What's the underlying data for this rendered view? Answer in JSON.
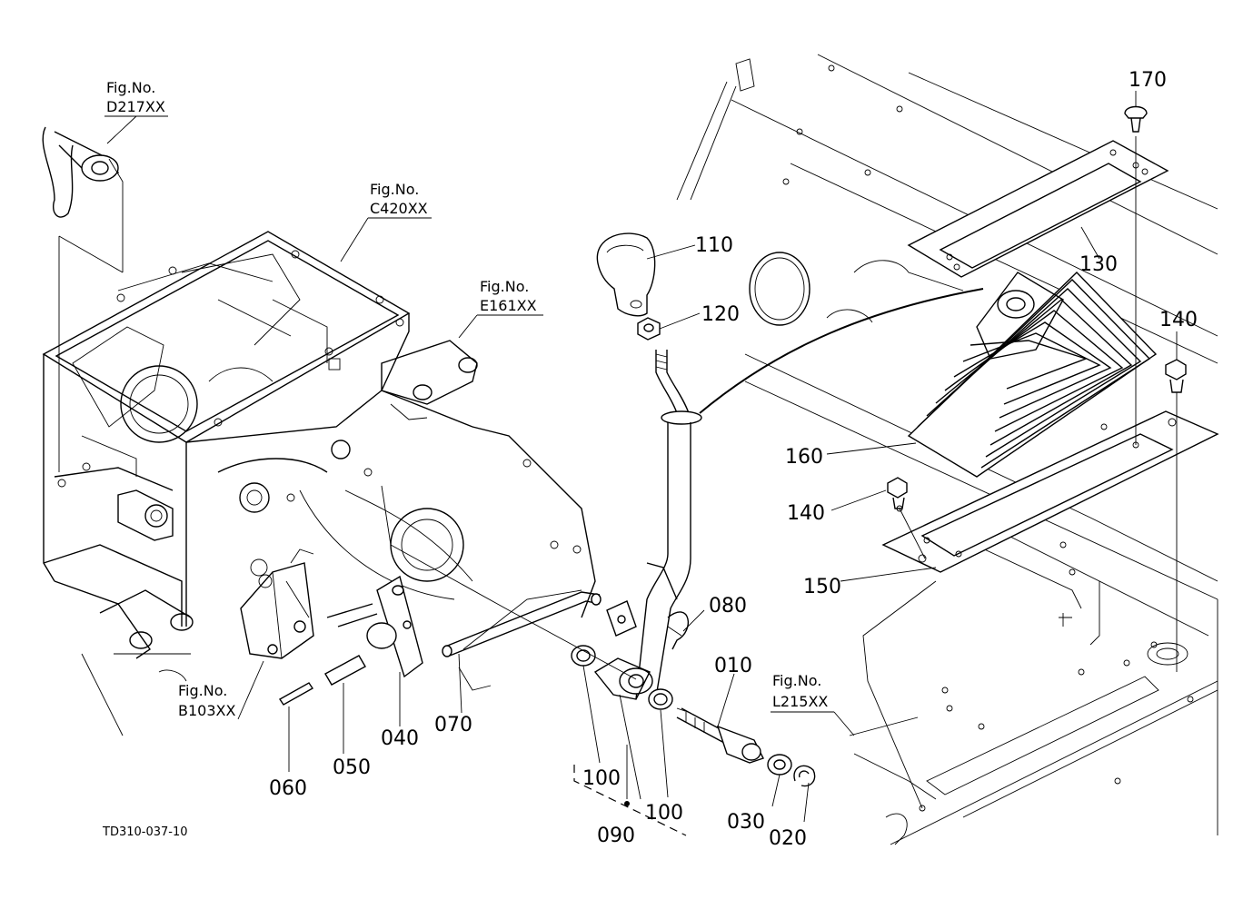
{
  "diagram": {
    "drawing_code": "TD310-037-10",
    "figure_refs": [
      {
        "id": "d217",
        "caption": "Fig.No.",
        "code": "D217XX"
      },
      {
        "id": "c420",
        "caption": "Fig.No.",
        "code": "C420XX"
      },
      {
        "id": "e161",
        "caption": "Fig.No.",
        "code": "E161XX"
      },
      {
        "id": "b103",
        "caption": "Fig.No.",
        "code": "B103XX"
      },
      {
        "id": "l215",
        "caption": "Fig.No.",
        "code": "L215XX"
      }
    ],
    "parts": [
      {
        "id": "p170",
        "num": "170"
      },
      {
        "id": "p110",
        "num": "110"
      },
      {
        "id": "p130",
        "num": "130"
      },
      {
        "id": "p120",
        "num": "120"
      },
      {
        "id": "p140a",
        "num": "140"
      },
      {
        "id": "p160",
        "num": "160"
      },
      {
        "id": "p140b",
        "num": "140"
      },
      {
        "id": "p150",
        "num": "150"
      },
      {
        "id": "p080",
        "num": "080"
      },
      {
        "id": "p010",
        "num": "010"
      },
      {
        "id": "p040",
        "num": "040"
      },
      {
        "id": "p050",
        "num": "050"
      },
      {
        "id": "p060",
        "num": "060"
      },
      {
        "id": "p070",
        "num": "070"
      },
      {
        "id": "p100a",
        "num": "100"
      },
      {
        "id": "p100b",
        "num": "100"
      },
      {
        "id": "p090",
        "num": "090"
      },
      {
        "id": "p030",
        "num": "030"
      },
      {
        "id": "p020",
        "num": "020"
      }
    ]
  }
}
